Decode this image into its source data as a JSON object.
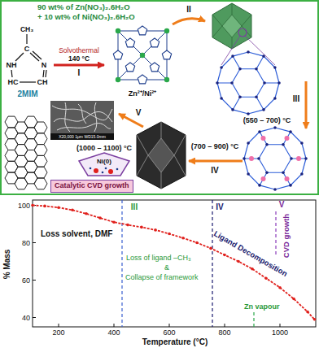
{
  "diagram": {
    "nodes": [
      {
        "text": [
          "Ni(0)"
        ]
      },
      {
        "text": [
          "Catalytic CVD growth"
        ]
      }
    ],
    "labels": [
      "90 wt% of Zn(NO₃)₂.6H₂O",
      "+ 10 wt% of Ni(NO₃)₂.6H₂O",
      "CH₃",
      "C",
      "NH",
      "N",
      "HC",
      "CH",
      "2MIM",
      "Solvothermal",
      "140 °C",
      "I",
      "Zn²⁺/Ni²⁺",
      "II",
      "(550 – 700) °C",
      "III",
      "(700 – 900) °C",
      "IV",
      "X20,000 1μm WD15.0mm",
      "V",
      "(1000 – 1100) °C",
      "100",
      "80",
      "60",
      "40",
      "Loss solvent, DMF",
      "III",
      "Loss of ligand –CH₃",
      "&",
      "Collapse of framework",
      "IV",
      "Ligand Decomposition",
      "V",
      "CVD growth",
      "Zn vapour",
      "% Mass",
      "200",
      "400",
      "600",
      "800",
      "1000",
      "Temperature (°C)"
    ]
  }
}
